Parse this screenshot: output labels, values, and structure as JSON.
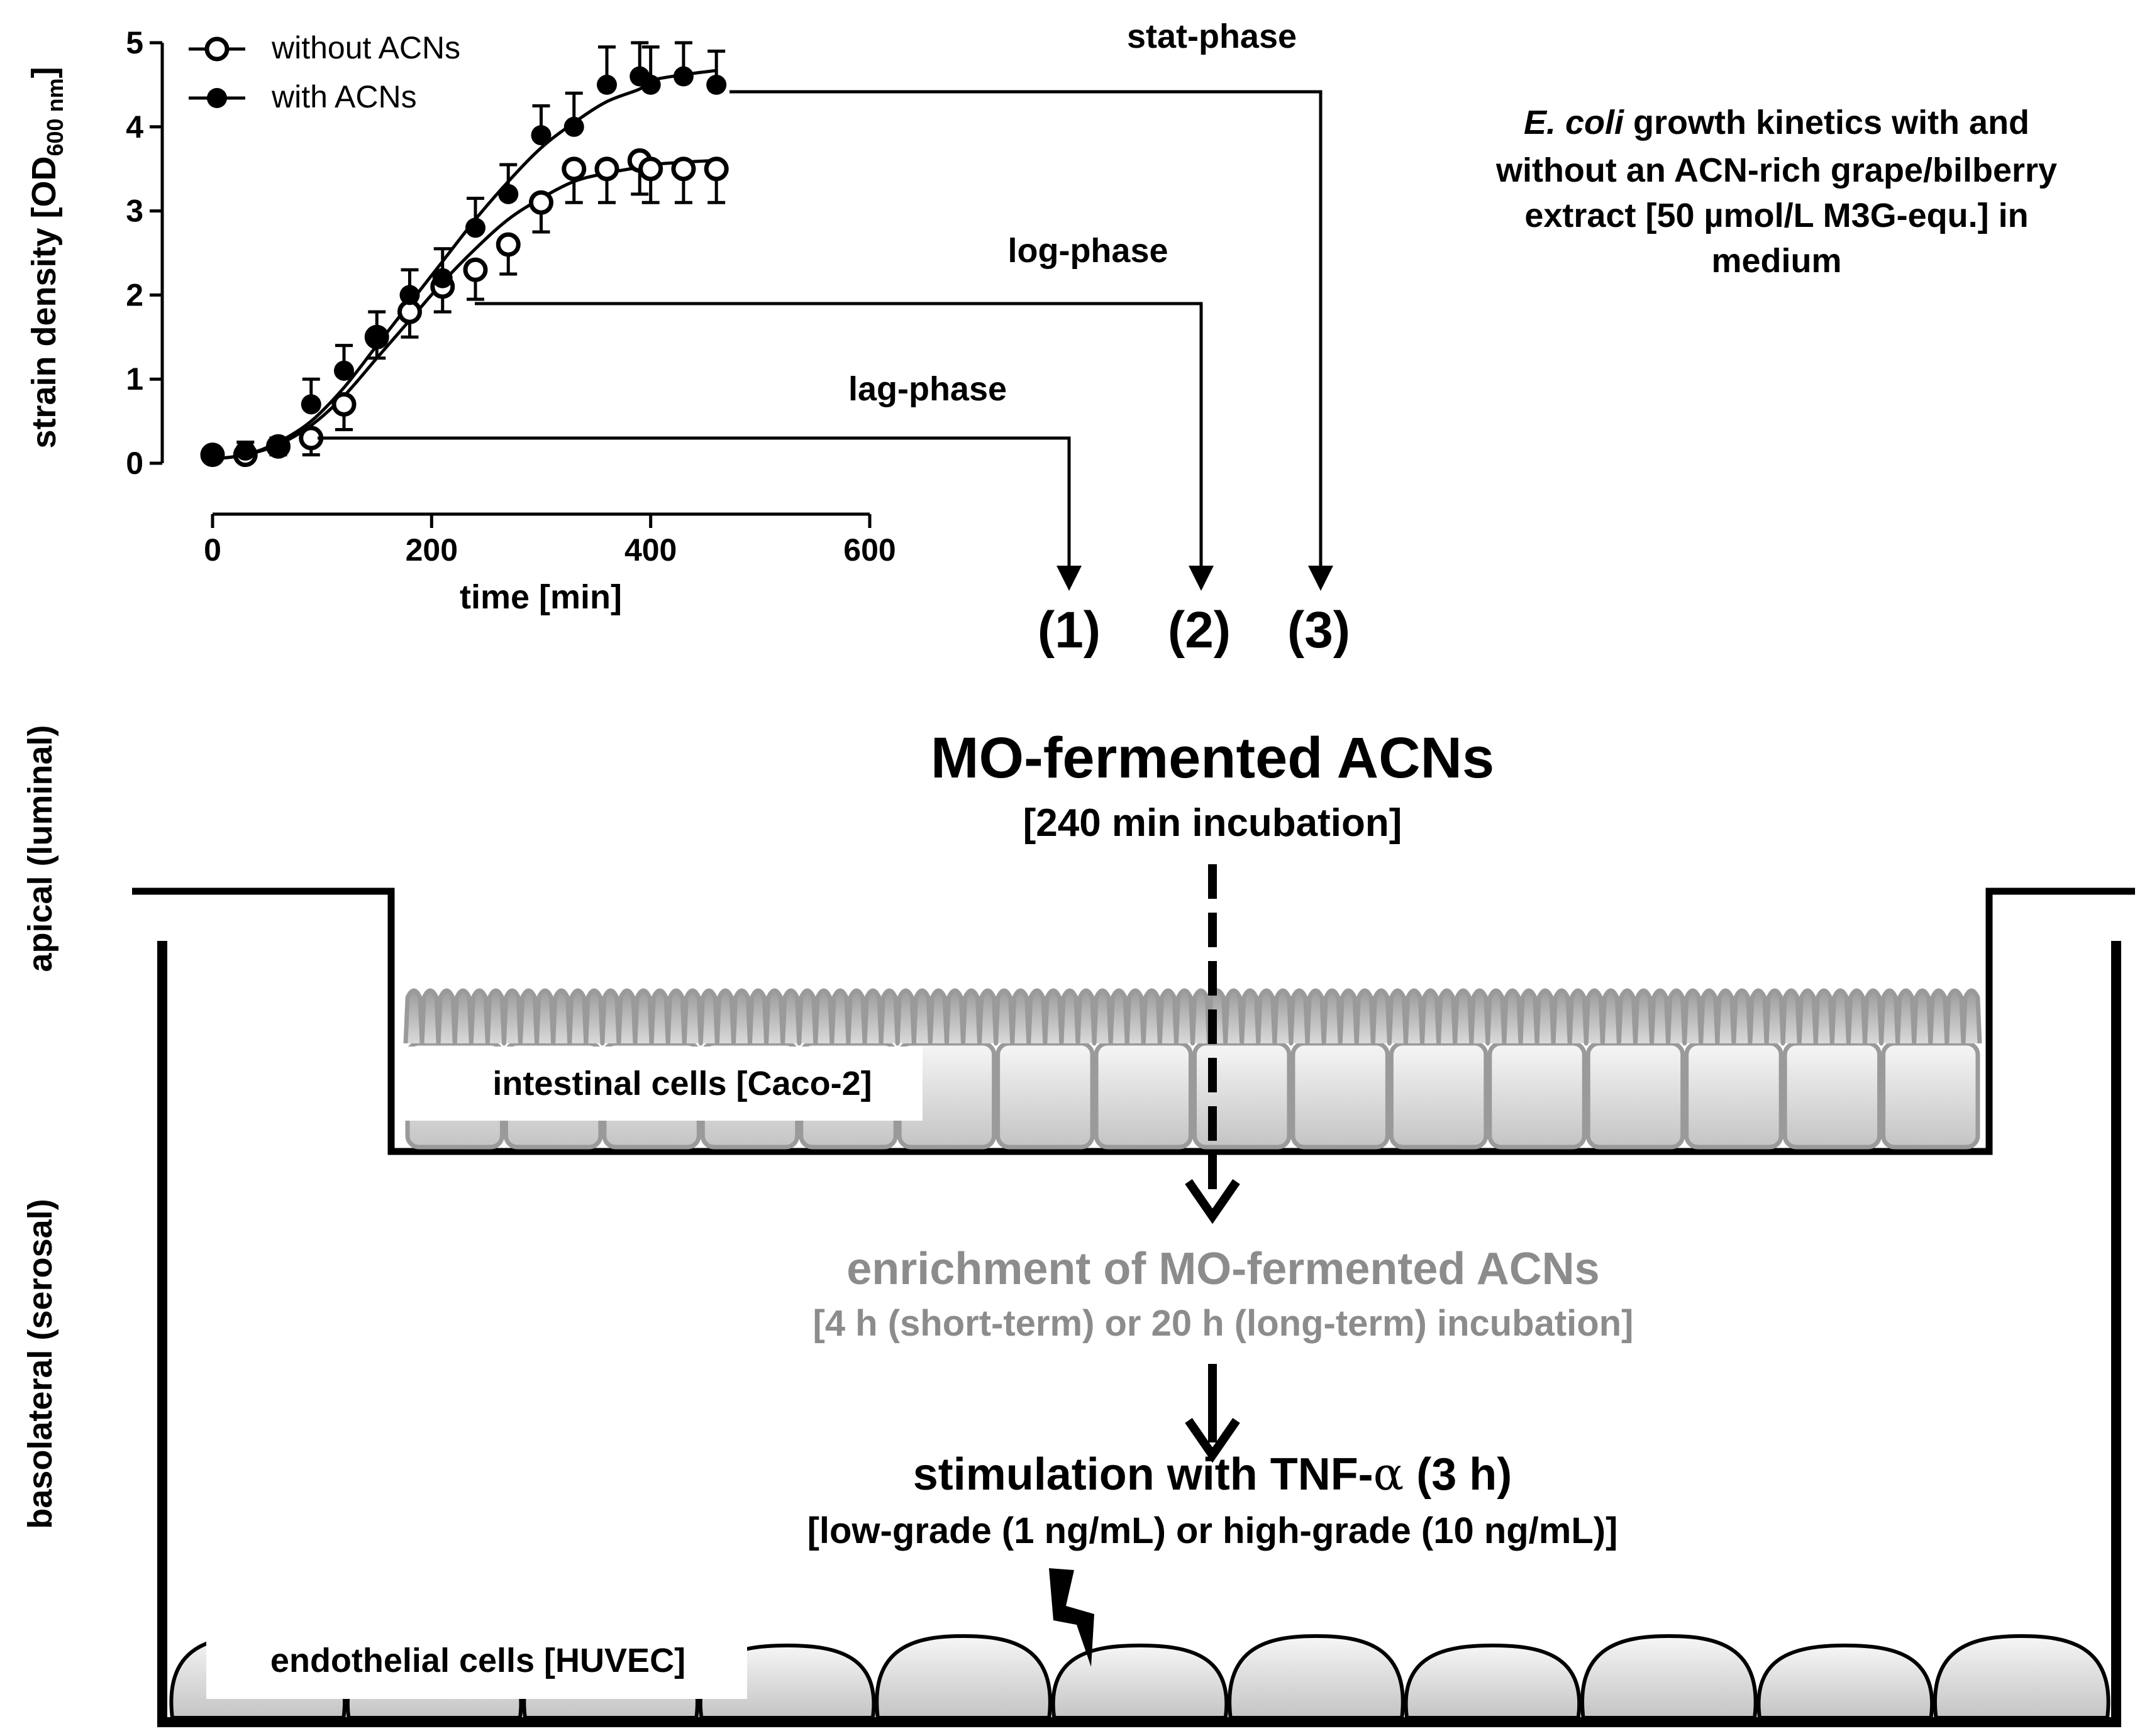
{
  "chart_data": {
    "type": "scatter",
    "xlabel": "time [min]",
    "ylabel": "strain density [OD",
    "ylabel_sub": "600 nm",
    "ylabel_close": "]",
    "xlim": [
      0,
      600
    ],
    "ylim": [
      0,
      5
    ],
    "x_ticks": [
      0,
      200,
      400,
      600
    ],
    "y_ticks": [
      0,
      1,
      2,
      3,
      4,
      5
    ],
    "legend_position": "top-left",
    "series": [
      {
        "name": "without ACNs",
        "marker": "open-circle",
        "x": [
          0,
          30,
          60,
          90,
          120,
          150,
          180,
          210,
          240,
          270,
          300,
          330,
          360,
          390,
          400,
          430,
          460
        ],
        "y": [
          0.1,
          0.1,
          0.2,
          0.3,
          0.7,
          1.5,
          1.8,
          2.1,
          2.3,
          2.6,
          3.1,
          3.5,
          3.5,
          3.6,
          3.5,
          3.5,
          3.5
        ],
        "err": [
          0.05,
          0.05,
          0.1,
          0.2,
          0.3,
          0.25,
          0.3,
          0.3,
          0.35,
          0.35,
          0.35,
          0.4,
          0.4,
          0.4,
          0.4,
          0.4,
          0.4
        ],
        "fit": [
          0.05,
          0.1,
          0.22,
          0.45,
          0.8,
          1.25,
          1.7,
          2.15,
          2.55,
          2.9,
          3.15,
          3.35,
          3.45,
          3.52,
          3.55,
          3.58,
          3.6
        ]
      },
      {
        "name": "with ACNs",
        "marker": "filled-circle",
        "x": [
          0,
          30,
          60,
          90,
          120,
          150,
          180,
          210,
          240,
          270,
          300,
          330,
          360,
          390,
          400,
          430,
          460
        ],
        "y": [
          0.1,
          0.15,
          0.2,
          0.7,
          1.1,
          1.5,
          2.0,
          2.2,
          2.8,
          3.2,
          3.9,
          4.0,
          4.5,
          4.6,
          4.5,
          4.6,
          4.5
        ],
        "err": [
          0.05,
          0.1,
          0.1,
          0.3,
          0.3,
          0.3,
          0.3,
          0.35,
          0.35,
          0.35,
          0.35,
          0.4,
          0.45,
          0.4,
          0.45,
          0.4,
          0.4
        ],
        "fit": [
          0.05,
          0.1,
          0.25,
          0.5,
          0.9,
          1.4,
          1.9,
          2.4,
          2.9,
          3.35,
          3.75,
          4.05,
          4.3,
          4.45,
          4.55,
          4.62,
          4.67
        ]
      }
    ]
  },
  "phases": {
    "lag": "lag-phase",
    "log": "log-phase",
    "stat": "stat-phase",
    "n1": "(1)",
    "n2": "(2)",
    "n3": "(3)"
  },
  "description": {
    "italic": "E. coli",
    "line1": "growth kinetics with and",
    "line2": "without an ACN-rich grape/bilberry",
    "line3": "extract [50 µmol/L M3G-equ.] in",
    "line4": "medium"
  },
  "diagram": {
    "title": "MO-fermented ACNs",
    "subtitle": "[240 min incubation]",
    "intestinal_label": "intestinal cells [Caco-2]",
    "enrichment_title": "enrichment of MO-fermented ACNs",
    "enrichment_sub": "[4 h (short-term) or 20 h (long-term) incubation]",
    "stimulation_title_pre": "stimulation with TNF-",
    "stimulation_alpha": "α",
    "stimulation_title_post": " (3 h)",
    "stimulation_sub": "[low-grade (1 ng/mL) or high-grade (10 ng/mL)]",
    "endothelial_label": "endothelial cells [HUVEC]",
    "side_apical": "apical (luminal)",
    "side_basolateral": "basolateral (serosal)"
  },
  "colors": {
    "ink": "#000000",
    "gray_text": "#8c8c8c",
    "cell_stroke": "#9a9a9a",
    "cell_fill_top": "#f4f4f4",
    "cell_fill_bottom": "#c8c8c8"
  }
}
